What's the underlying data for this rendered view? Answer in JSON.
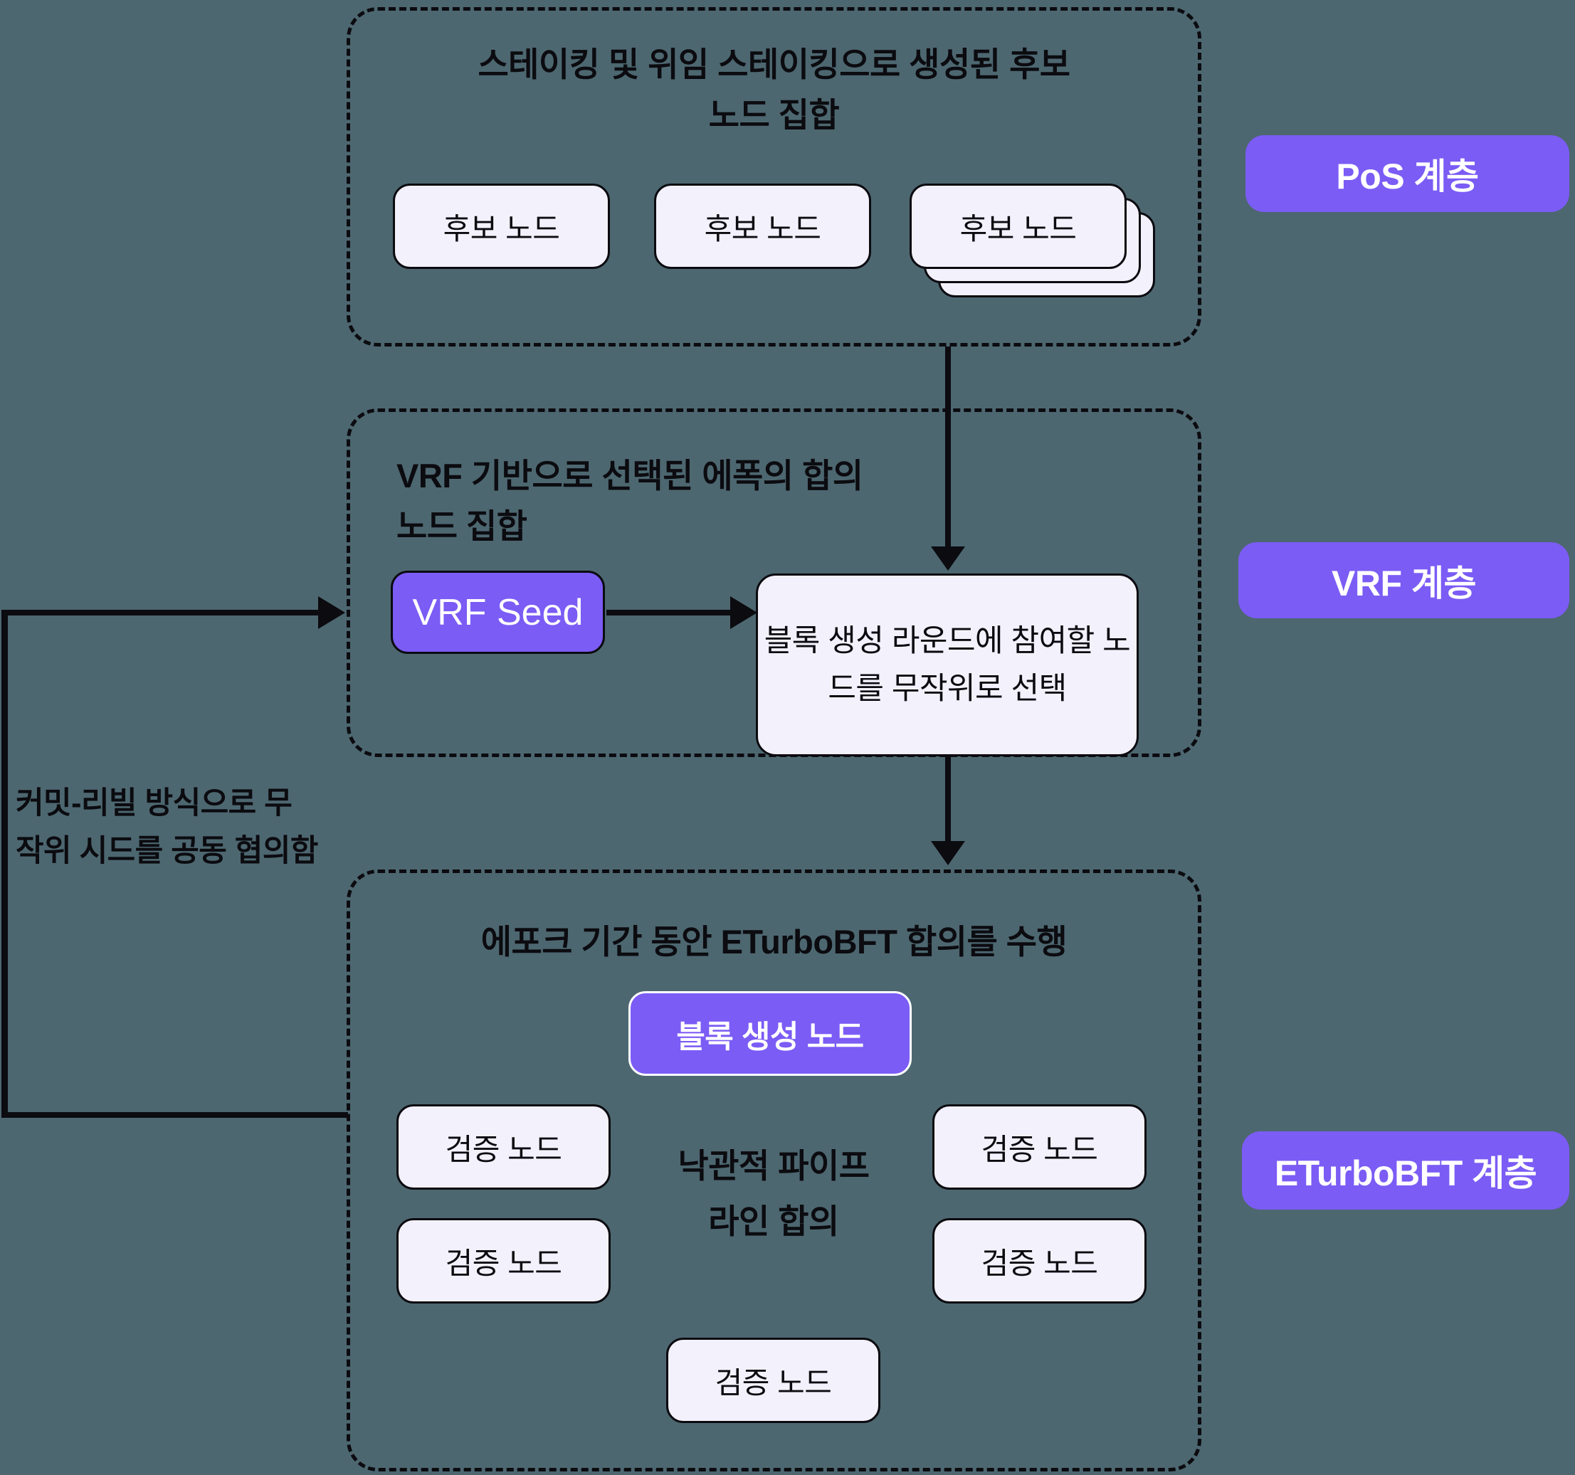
{
  "colors": {
    "background": "#4d6770",
    "accent": "#7b5cf5",
    "node_fill": "#f3f1fb",
    "ink": "#0b0b10",
    "text_on_accent": "#ffffff"
  },
  "pos_layer": {
    "title_line1": "스테이킹 및 위임 스테이킹으로 생성된 후보",
    "title_line2": "노드 집합",
    "label": "PoS 계층",
    "candidates": [
      "후보 노드",
      "후보 노드",
      "후보 노드"
    ]
  },
  "vrf_layer": {
    "title_line1": "VRF 기반으로 선택된 에폭의 합의",
    "title_line2": "노드 집합",
    "seed_label": "VRF Seed",
    "select_line1": "블록 생성 라운드에 참여할 노",
    "select_line2": "드를 무작위로 선택",
    "label": "VRF 계층"
  },
  "commit_note": {
    "line1": "커밋-리빌 방식으로 무",
    "line2": "작위 시드를 공동 협의함"
  },
  "bft_layer": {
    "title": "에포크 기간 동안 ETurboBFT 합의를 수행",
    "block_producer": "블록 생성 노드",
    "validators": [
      "검증 노드",
      "검증 노드",
      "검증 노드",
      "검증 노드",
      "검증 노드"
    ],
    "pipeline_line1": "낙관적 파이프",
    "pipeline_line2": "라인 합의",
    "label": "ETurboBFT 계층"
  }
}
